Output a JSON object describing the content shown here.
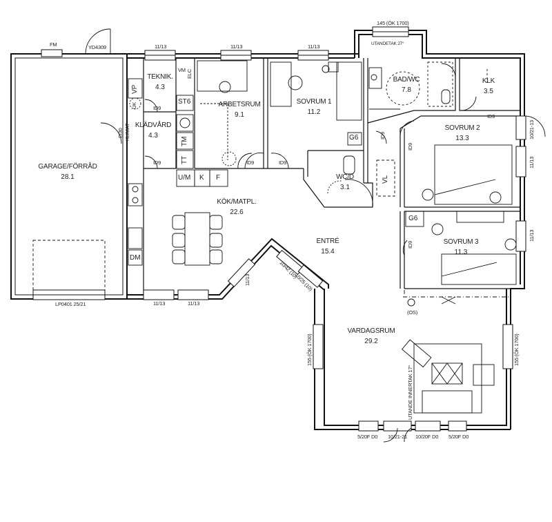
{
  "rooms": {
    "garage": {
      "name": "GARAGE/FÖRRÅD",
      "area": "28.1"
    },
    "teknik": {
      "name": "TEKNIK.",
      "area": "4.3"
    },
    "kladvard": {
      "name": "KLÄDVÅRD",
      "area": "4.3"
    },
    "arbetsrum": {
      "name": "ARBETSRUM",
      "area": "9.1"
    },
    "sovrum1": {
      "name": "SOVRUM 1",
      "area": "11.2"
    },
    "badwc": {
      "name": "BAD/WC",
      "area": "7.8"
    },
    "klk": {
      "name": "KLK",
      "area": "3.5"
    },
    "sovrum2": {
      "name": "SOVRUM 2",
      "area": "13.3"
    },
    "wcd": {
      "name": "WC/D",
      "area": "3.1"
    },
    "kok": {
      "name": "KÖK/MATPL.",
      "area": "22.6"
    },
    "entre": {
      "name": "ENTRÉ",
      "area": "15.4"
    },
    "sovrum3": {
      "name": "SOVRUM 3",
      "area": "11.3"
    },
    "vardagsrum": {
      "name": "VARDAGSRUM",
      "area": "29.2"
    }
  },
  "labels": {
    "fm": "FM",
    "yd": "YD4309",
    "win_1113": "11/13",
    "win_145": "145 (ÖK 1700)",
    "utandetak27": "UTANDETAK 27°",
    "vm": "VM",
    "elc": "ELC",
    "vp": "VP",
    "st6": "ST6",
    "uk": "UK",
    "tm": "TM",
    "tt": "TT",
    "um": "U/M",
    "k": "K",
    "f": "F",
    "id9": "ID9",
    "ei30": "EI30",
    "klimat": "KLIMAT",
    "g6": "G6",
    "vl": "VL",
    "dm": "DM",
    "lport": "LP0401 25/21",
    "win_1021_13": "10/21-13",
    "win_1042": "10/42 (10)",
    "win_1025": "10/25 (10)",
    "os": "(OS)",
    "win_155": "155 (ÖK 1700)",
    "utande_innertak": "UTANDE INNERTAK 17°",
    "d_520f": "5/20F D0",
    "d_1021": "10/21-21",
    "d_1020f": "10/20F D0",
    "d_520fb": "5/20F D0"
  }
}
